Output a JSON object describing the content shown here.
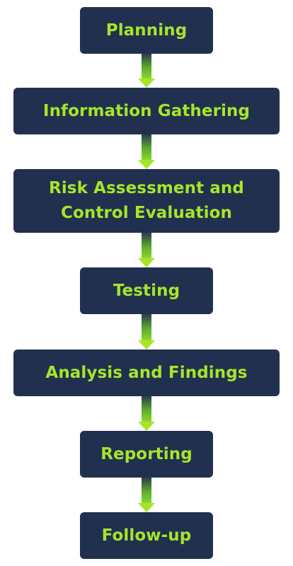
{
  "steps": [
    {
      "label": "Planning"
    },
    {
      "label": "Information Gathering"
    },
    {
      "label": "Risk Assessment and Control Evaluation"
    },
    {
      "label": "Testing"
    },
    {
      "label": "Analysis and Findings"
    },
    {
      "label": "Reporting"
    },
    {
      "label": "Follow-up"
    }
  ],
  "colors": {
    "box": "#22304f",
    "text": "#a6e52a",
    "arrow": "#a6e52a"
  },
  "icons": {
    "logo": "cloud-logo-icon",
    "connector": "arrow-down-icon"
  }
}
